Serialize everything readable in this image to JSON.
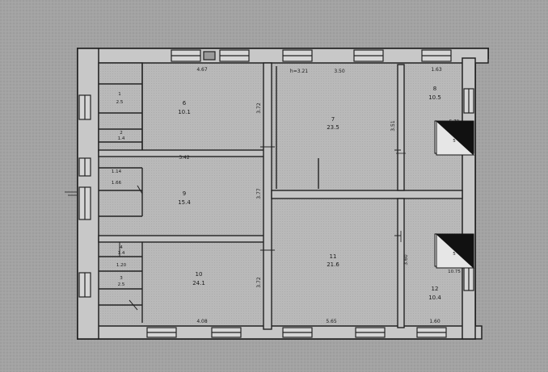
{
  "plan": {
    "rooms": {
      "r6": {
        "num": "6",
        "area": "10.1"
      },
      "r7": {
        "num": "7",
        "area": "23.5"
      },
      "r8": {
        "num": "8",
        "area": "10.5"
      },
      "r9": {
        "num": "9",
        "area": "15.4"
      },
      "r10": {
        "num": "10",
        "area": "24.1"
      },
      "r11": {
        "num": "11",
        "area": "21.6"
      },
      "r12": {
        "num": "12",
        "area": "10.4"
      },
      "r13": {
        "num": "5",
        "area": "5.79"
      },
      "r14": {
        "num": "1",
        "area": "2.5"
      },
      "r15": {
        "num": "2",
        "area": "1.4"
      },
      "r16": {
        "num": "3",
        "area": "2.5"
      },
      "r17": {
        "num": "4",
        "area": "1.4"
      },
      "r18": {
        "num": "5",
        "area": "10.75"
      }
    },
    "dims": {
      "top_left": "4.67",
      "h_label": "h=3.21",
      "top_mid": "3.50",
      "top_right": "1.63",
      "mid_horizontal": "3.42",
      "bottom_left": "4.08",
      "bottom_mid": "5.65",
      "bottom_right": "1.60",
      "vert_a": "3.72",
      "vert_b": "3.77",
      "vert_c": "3.72",
      "vert_d": "3.51",
      "vert_e": "3.60",
      "small1": "1.14",
      "small2": "1.66",
      "small3": "1.20"
    }
  }
}
